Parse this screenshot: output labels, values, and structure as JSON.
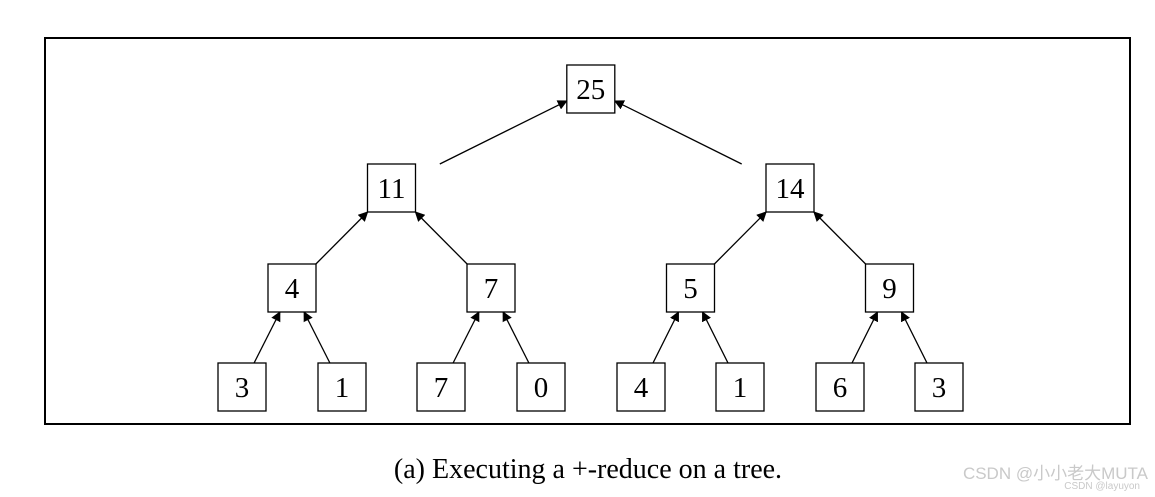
{
  "diagram": {
    "type": "binary-reduction-tree",
    "root": {
      "id": "n1",
      "value": "25"
    },
    "level1": [
      {
        "id": "n2",
        "value": "11",
        "parent": "n1"
      },
      {
        "id": "n3",
        "value": "14",
        "parent": "n1"
      }
    ],
    "level2": [
      {
        "id": "n4",
        "value": "4",
        "parent": "n2"
      },
      {
        "id": "n5",
        "value": "7",
        "parent": "n2"
      },
      {
        "id": "n6",
        "value": "5",
        "parent": "n3"
      },
      {
        "id": "n7",
        "value": "9",
        "parent": "n3"
      }
    ],
    "leaves": [
      {
        "id": "n8",
        "value": "3",
        "parent": "n4"
      },
      {
        "id": "n9",
        "value": "1",
        "parent": "n4"
      },
      {
        "id": "n10",
        "value": "7",
        "parent": "n5"
      },
      {
        "id": "n11",
        "value": "0",
        "parent": "n5"
      },
      {
        "id": "n12",
        "value": "4",
        "parent": "n6"
      },
      {
        "id": "n13",
        "value": "1",
        "parent": "n6"
      },
      {
        "id": "n14",
        "value": "6",
        "parent": "n7"
      },
      {
        "id": "n15",
        "value": "3",
        "parent": "n7"
      }
    ]
  },
  "caption": "(a) Executing a +-reduce on a tree.",
  "watermark": "CSDN @小小老大MUTA",
  "watermark_small": "CSDN @layuyon",
  "colors": {
    "stroke": "#000000",
    "background": "#ffffff",
    "watermark": "#c9c9c9"
  }
}
